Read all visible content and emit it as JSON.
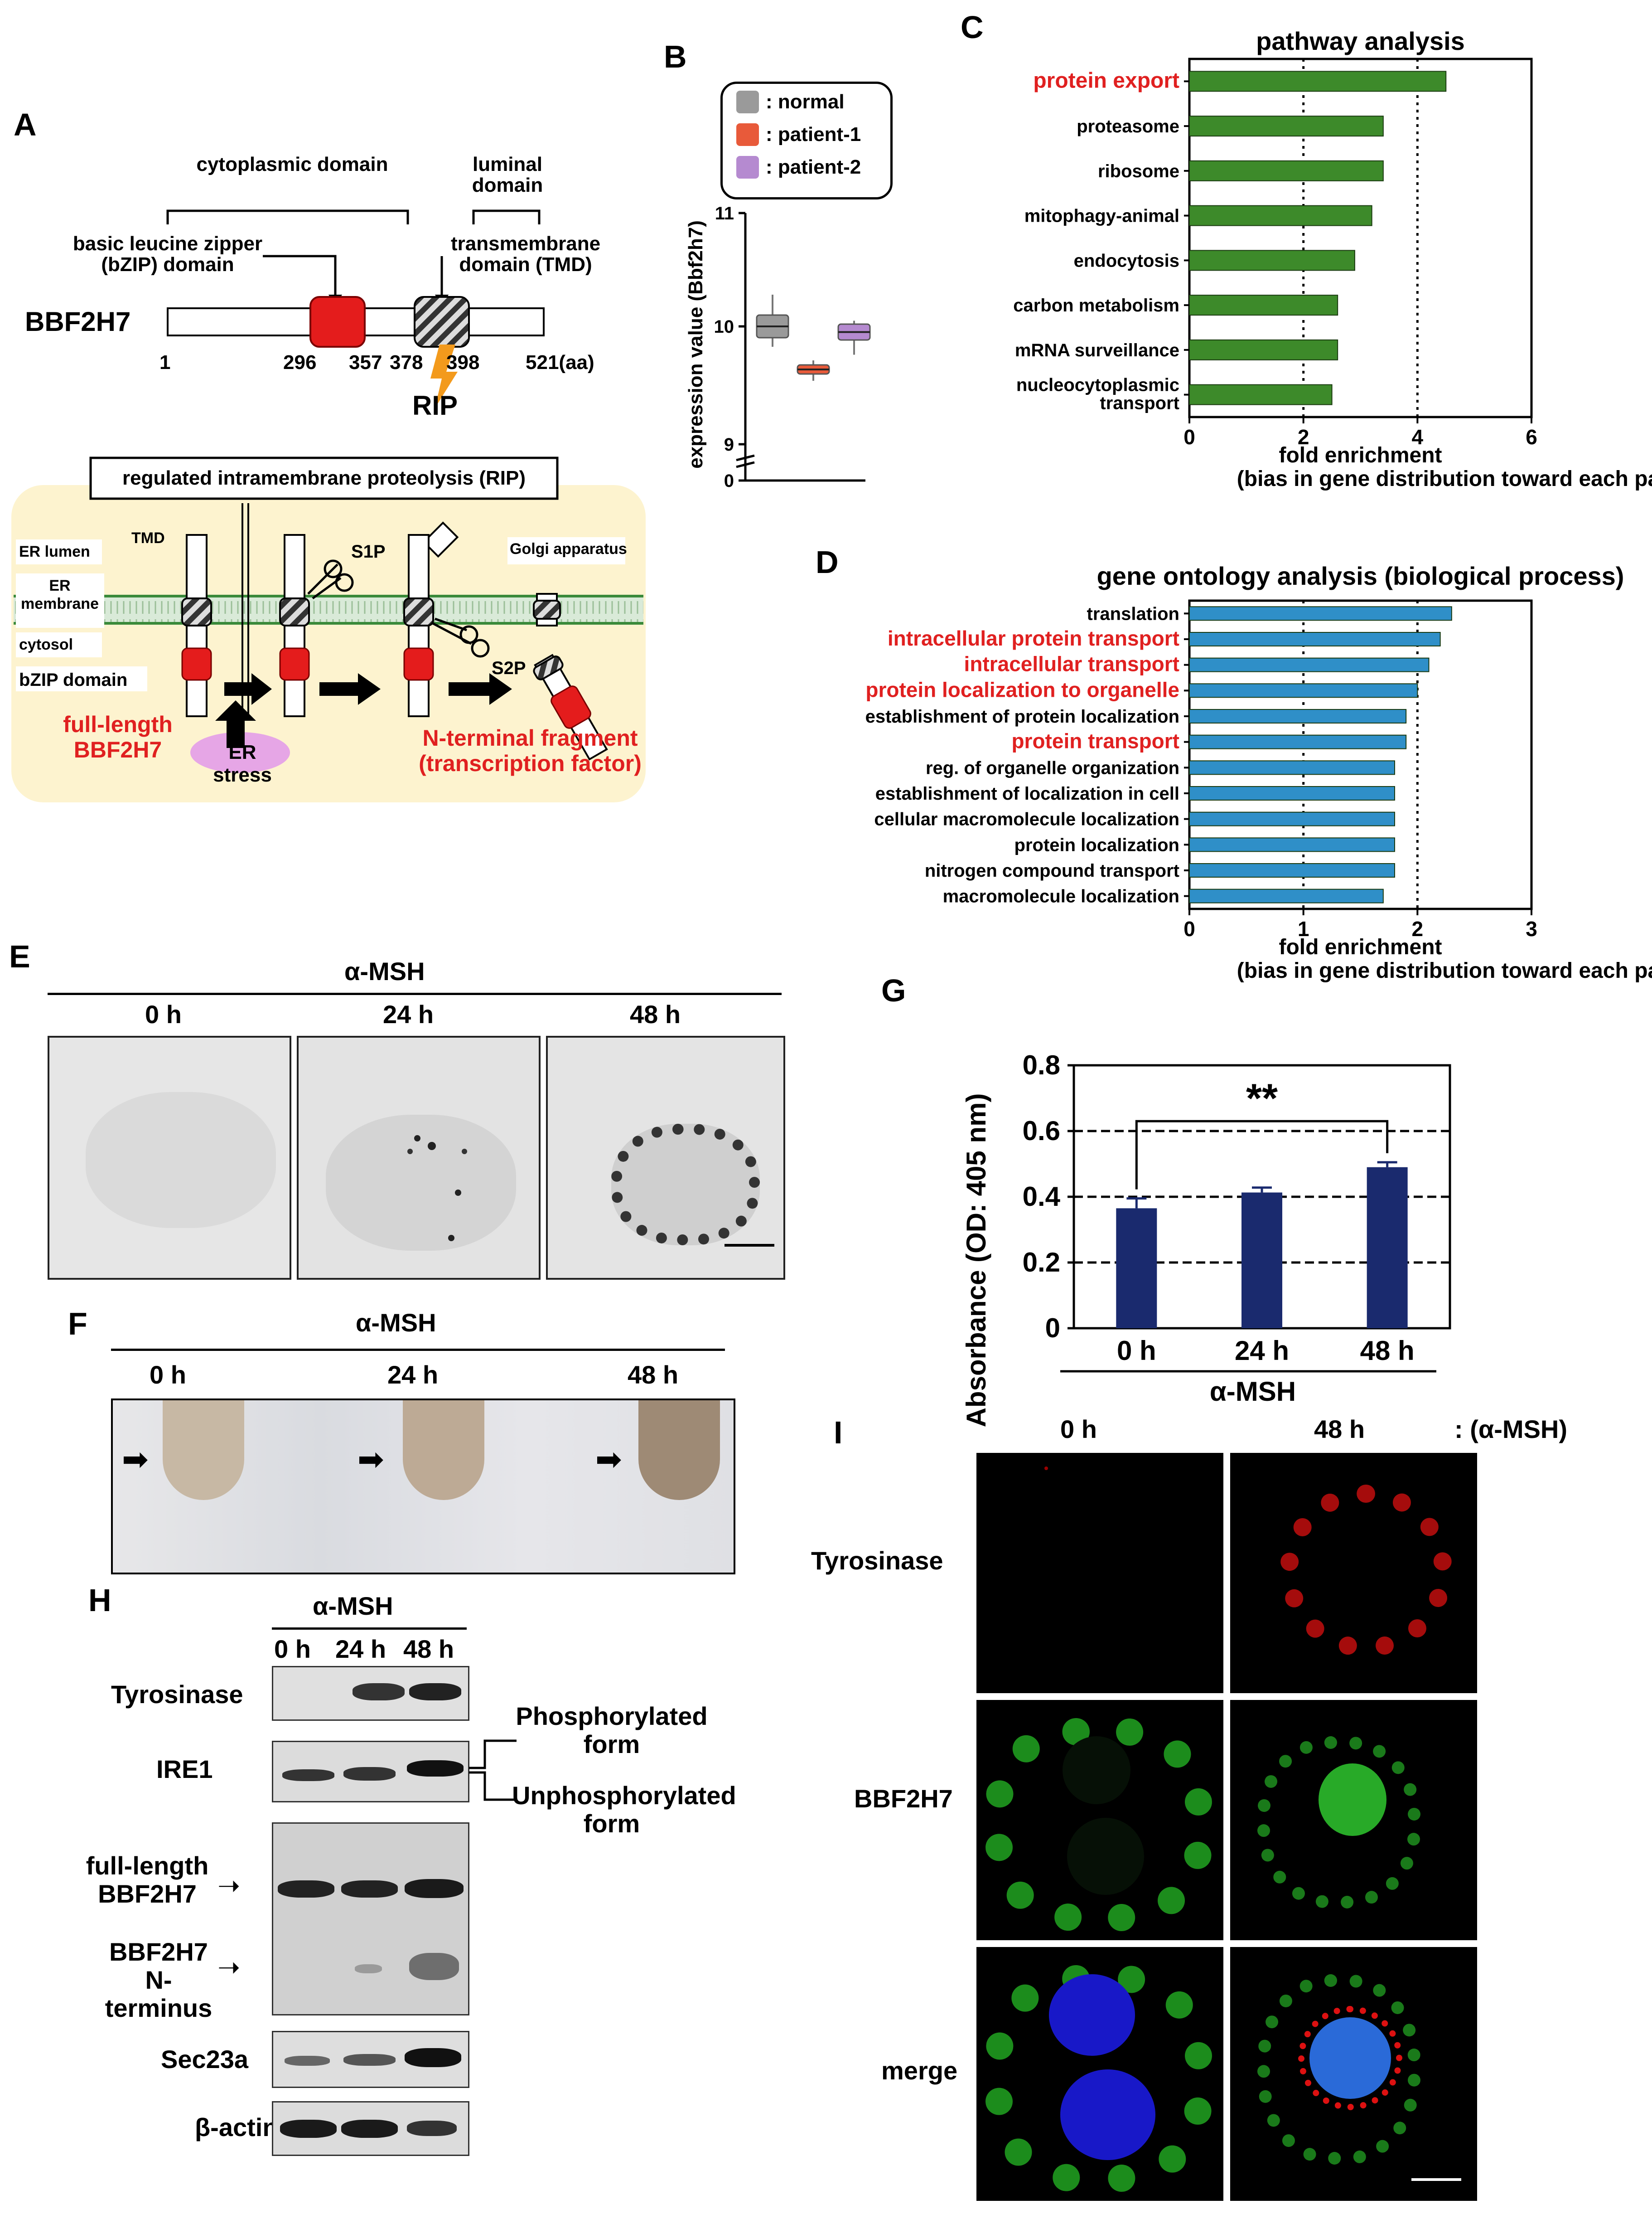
{
  "panels": {
    "A": "A",
    "B": "B",
    "C": "C",
    "D": "D",
    "E": "E",
    "F": "F",
    "G": "G",
    "H": "H",
    "I": "I"
  },
  "panelA": {
    "cytoplasmic": "cytoplasmic domain",
    "luminal": "luminal domain",
    "bzip": "basic leucine zipper (bZIP) domain",
    "tmd": "transmembrane domain (TMD)",
    "protein": "BBF2H7",
    "positions": [
      "1",
      "296",
      "357",
      "378",
      "398",
      "521(aa)"
    ],
    "rip": "RIP",
    "rip_title": "regulated intramembrane proteolysis (RIP)",
    "er_lumen": "ER lumen",
    "er_membrane": "ER membrane",
    "cytosol": "cytosol",
    "tmd_short": "TMD",
    "bzip_domain": "bZIP domain",
    "s1p": "S1P",
    "s2p": "S2P",
    "golgi": "Golgi apparatus",
    "full_length": "full-length BBF2H7",
    "er_stress": "ER stress",
    "nterm": "N-terminal fragment (transcription factor)"
  },
  "panelB": {
    "legend": [
      ": normal",
      ": patient-1",
      ": patient-2"
    ],
    "ylabel": "expression value (Bbf2h7)",
    "yticks": [
      "11",
      "10",
      "9",
      "0"
    ]
  },
  "chart_data": [
    {
      "panel": "B",
      "type": "box",
      "ylabel": "expression value (Bbf2h7)",
      "ylim": [
        9,
        11
      ],
      "series": [
        {
          "name": "normal",
          "median": 10.0,
          "q1": 9.9,
          "q3": 10.1,
          "min": 9.82,
          "max": 10.28,
          "color": "#9a9a9a"
        },
        {
          "name": "patient-1",
          "median": 9.62,
          "q1": 9.58,
          "q3": 9.66,
          "min": 9.52,
          "max": 9.7,
          "color": "#e85a3a"
        },
        {
          "name": "patient-2",
          "median": 9.95,
          "q1": 9.88,
          "q3": 10.02,
          "min": 9.75,
          "max": 10.05,
          "color": "#b58ad0"
        }
      ]
    },
    {
      "panel": "C",
      "type": "bar",
      "title": "pathway analysis",
      "xlabel": "fold enrichment (bias in gene distribution toward each pathway)",
      "xlim": [
        0,
        6
      ],
      "xticks": [
        "0",
        "2",
        "4",
        "6"
      ],
      "orientation": "horizontal",
      "color": "#3d8a2a",
      "categories": [
        "protein export",
        "proteasome",
        "ribosome",
        "mitophagy-animal",
        "endocytosis",
        "carbon metabolism",
        "mRNA surveillance",
        "nucleocytoplasmic transport"
      ],
      "highlight": [
        true,
        false,
        false,
        false,
        false,
        false,
        false,
        false
      ],
      "values": [
        4.5,
        3.4,
        3.4,
        3.2,
        2.9,
        2.6,
        2.6,
        2.5
      ]
    },
    {
      "panel": "D",
      "type": "bar",
      "title": "gene ontology analysis (biological process)",
      "xlabel": "fold enrichment (bias in gene distribution toward each pathway)",
      "xlim": [
        0,
        3
      ],
      "xticks": [
        "0",
        "1",
        "2",
        "3"
      ],
      "orientation": "horizontal",
      "color": "#2f8fc8",
      "categories": [
        "translation",
        "intracellular protein transport",
        "intracellular transport",
        "protein localization to organelle",
        "establishment of protein localization",
        "protein transport",
        "reg. of organelle organization",
        "establishment of localization in cell",
        "cellular macromolecule localization",
        "protein localization",
        "nitrogen compound transport",
        "macromolecule localization"
      ],
      "highlight": [
        false,
        true,
        true,
        true,
        false,
        true,
        false,
        false,
        false,
        false,
        false,
        false
      ],
      "values": [
        2.3,
        2.2,
        2.1,
        2.0,
        1.9,
        1.9,
        1.8,
        1.8,
        1.8,
        1.8,
        1.8,
        1.7
      ]
    },
    {
      "panel": "G",
      "type": "bar",
      "ylabel": "Absorbance (OD: 405 nm)",
      "xlabel": "α-MSH",
      "ylim": [
        0,
        0.8
      ],
      "yticks": [
        "0.8",
        "0.6",
        "0.4",
        "0.2",
        "0"
      ],
      "categories": [
        "0 h",
        "24 h",
        "48 h"
      ],
      "values": [
        0.365,
        0.413,
        0.49
      ],
      "errors": [
        0.03,
        0.015,
        0.015
      ],
      "color": "#1a2a6e",
      "significance": "**"
    }
  ],
  "panelE": {
    "title": "α-MSH",
    "times": [
      "0 h",
      "24 h",
      "48 h"
    ]
  },
  "panelF": {
    "title": "α-MSH",
    "times": [
      "0 h",
      "24 h",
      "48 h"
    ]
  },
  "panelH": {
    "title": "α-MSH",
    "times": [
      "0 h",
      "24 h",
      "48 h"
    ],
    "rows": [
      "Tyrosinase",
      "IRE1",
      "full-length BBF2H7",
      "BBF2H7 N-terminus",
      "Sec23a",
      "β-actin"
    ],
    "phospho": "Phosphorylated form",
    "unphospho": "Unphosphorylated form"
  },
  "panelI": {
    "times": [
      "0 h",
      "48 h"
    ],
    "treatment": ": (α-MSH)",
    "rows": [
      "Tyrosinase",
      "BBF2H7",
      "merge"
    ]
  }
}
